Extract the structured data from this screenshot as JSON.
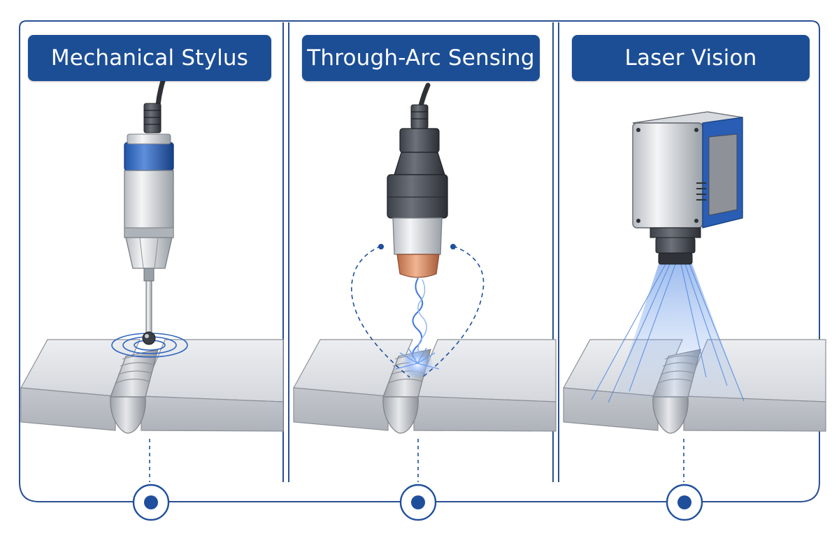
{
  "panels": [
    {
      "title": "Mechanical Stylus",
      "icon": "stylus-probe-icon"
    },
    {
      "title": "Through-Arc Sensing",
      "icon": "welding-torch-icon"
    },
    {
      "title": "Laser Vision",
      "icon": "laser-camera-icon"
    }
  ],
  "colors": {
    "accent": "#1c4e96",
    "frame": "#2a4f93",
    "metal": "#c9ccd1",
    "copper": "#d9916a",
    "laser": "#5a8ee6"
  }
}
